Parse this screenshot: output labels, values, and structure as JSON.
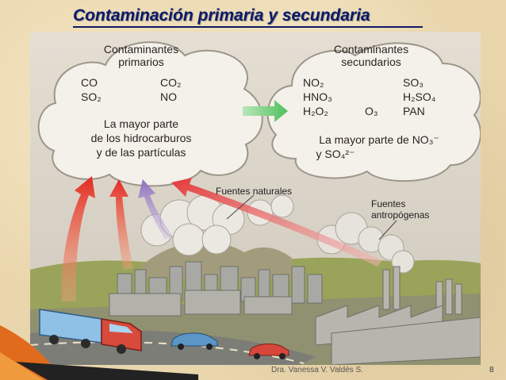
{
  "slide": {
    "title": "Contaminación primaria y secundaria",
    "footer": "Dra. Vanessa V. Valdés S.",
    "page_number": "8"
  },
  "primary_cloud": {
    "header_line1": "Contaminantes",
    "header_line2": "primarios",
    "pollutants": [
      "CO",
      "CO₂",
      "SO₂",
      "NO"
    ],
    "desc_line1": "La mayor parte",
    "desc_line2": "de los hidrocarburos",
    "desc_line3": "y de las partículas"
  },
  "secondary_cloud": {
    "header_line1": "Contaminantes",
    "header_line2": "secundarios",
    "pollutants": [
      "NO₂",
      "SO₃",
      "HNO₃",
      "H₂SO₄",
      "H₂O₂",
      "O₃",
      "PAN"
    ],
    "desc_line1": "La mayor parte de NO₃⁻",
    "desc_line2": "y SO₄²⁻"
  },
  "labels": {
    "natural_sources": "Fuentes naturales",
    "anthropogenic_line1": "Fuentes",
    "anthropogenic_line2": "antropógenas"
  },
  "colors": {
    "title": "#0d1a66",
    "arrow_red": "#e8302a",
    "arrow_purple": "#9a7fc4",
    "arrow_green": "#5fc46a"
  }
}
